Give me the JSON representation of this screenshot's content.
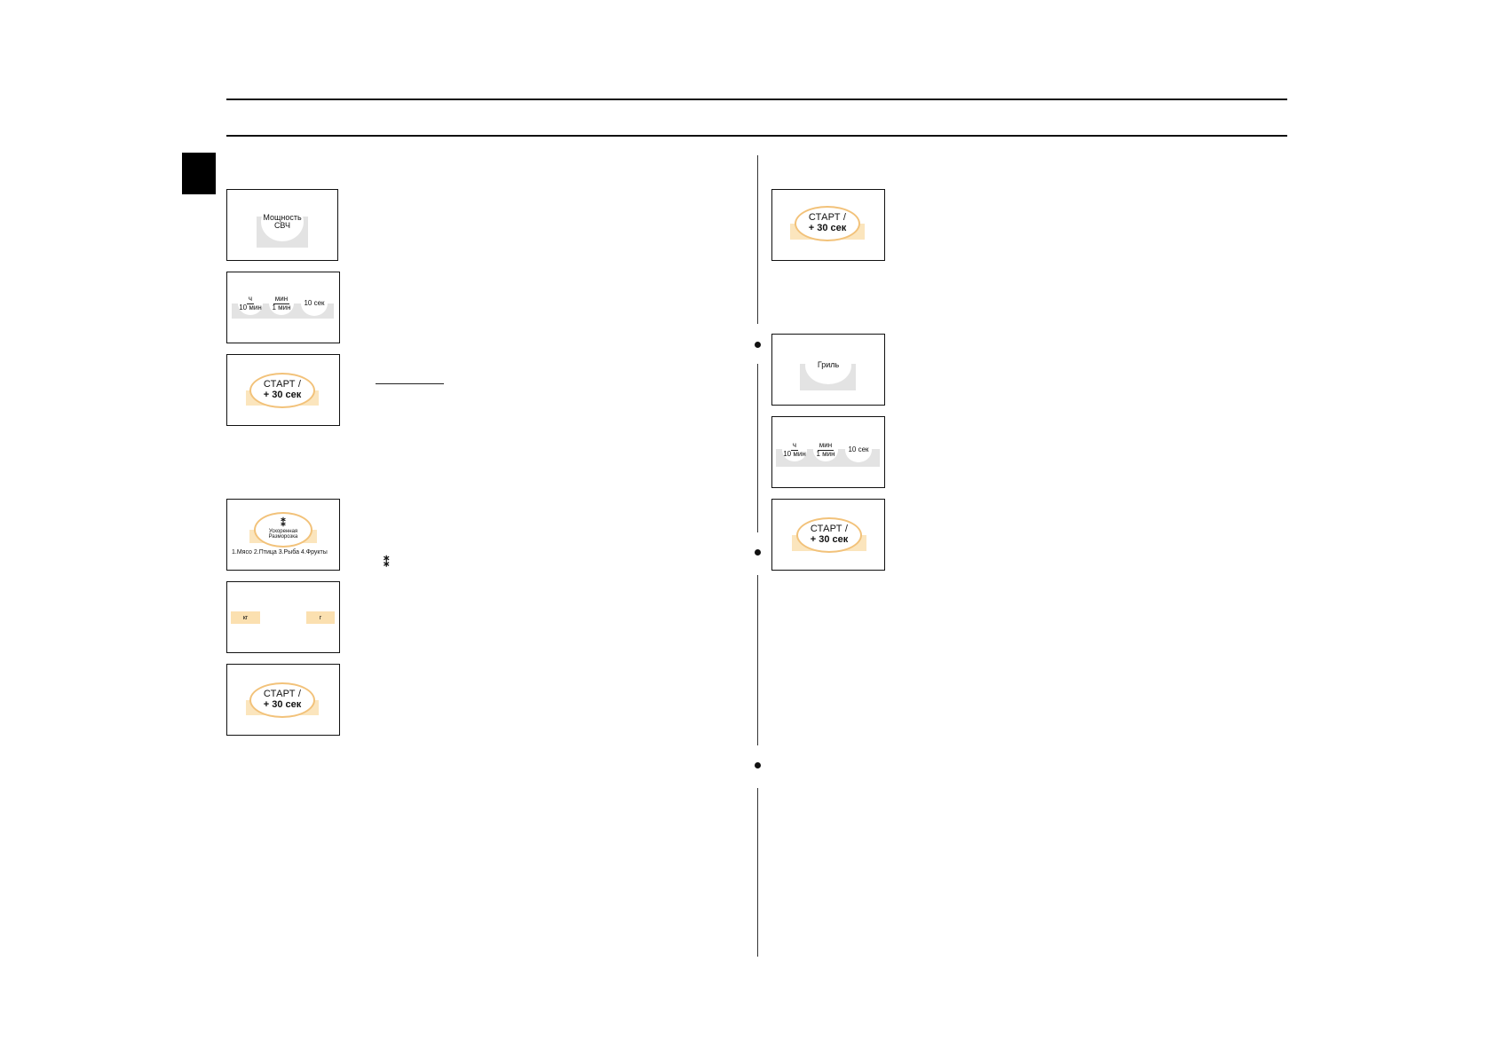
{
  "buttons": {
    "micro_power": {
      "line1": "Мощность",
      "line2": "СВЧ"
    },
    "time_set": {
      "hour_top": "ч",
      "hour_bottom": "10 мин",
      "min_top": "мин",
      "min_bottom": "1 мин",
      "sec": "10 сек"
    },
    "start": {
      "line1": "СТАРТ /",
      "line2": "+ 30 сек"
    },
    "defrost": {
      "symbol": "⁑",
      "line1": "Ускоренная",
      "line2": "Разморозка",
      "categories": "1.Мясо  2.Птица  3.Рыба  4.Фрукты"
    },
    "weight": {
      "kg": "кг",
      "g": "г"
    },
    "grill": {
      "label": "Гриль"
    }
  },
  "inline_symbol": "⁑"
}
